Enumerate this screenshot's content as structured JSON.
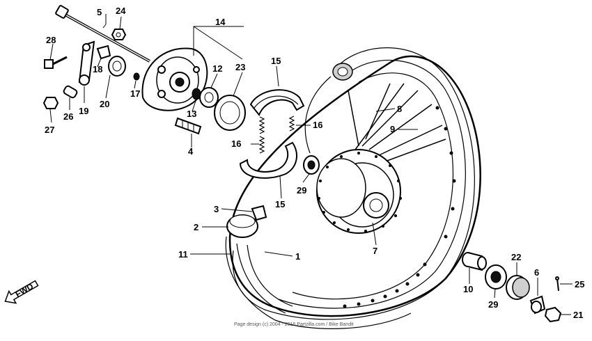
{
  "callouts": [
    {
      "n": "5"
    },
    {
      "n": "24"
    },
    {
      "n": "28"
    },
    {
      "n": "18"
    },
    {
      "n": "19"
    },
    {
      "n": "20"
    },
    {
      "n": "17"
    },
    {
      "n": "27"
    },
    {
      "n": "26"
    },
    {
      "n": "14"
    },
    {
      "n": "12"
    },
    {
      "n": "23"
    },
    {
      "n": "13"
    },
    {
      "n": "4"
    },
    {
      "n": "15"
    },
    {
      "n": "16"
    },
    {
      "n": "16"
    },
    {
      "n": "15"
    },
    {
      "n": "29"
    },
    {
      "n": "8"
    },
    {
      "n": "9"
    },
    {
      "n": "3"
    },
    {
      "n": "2"
    },
    {
      "n": "11"
    },
    {
      "n": "1"
    },
    {
      "n": "7"
    },
    {
      "n": "10"
    },
    {
      "n": "29"
    },
    {
      "n": "22"
    },
    {
      "n": "6"
    },
    {
      "n": "25"
    },
    {
      "n": "21"
    }
  ],
  "direction_label": "FWD",
  "footer": "Page design (c) 2004 - 2016 Partzilla.com / Bike Bandit"
}
